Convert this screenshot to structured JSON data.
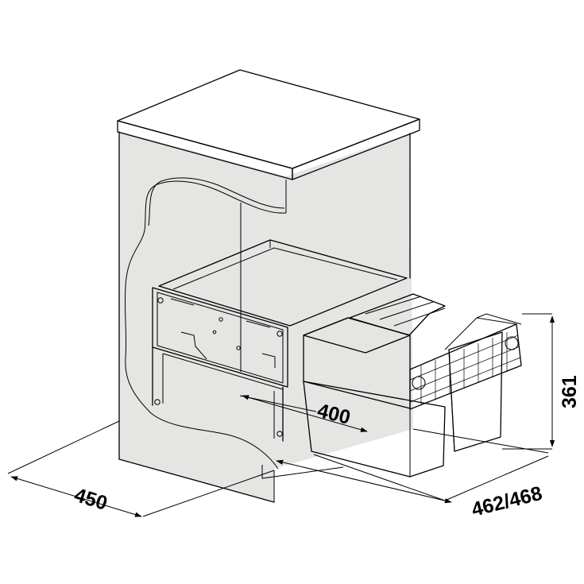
{
  "dimensions": {
    "cabinet_width": "450",
    "bin_depth": "400",
    "height": "361",
    "cabinet_depth": "462/468"
  },
  "colors": {
    "line": "#000000",
    "cabinet_fill": "#e5e5e3",
    "bin_fill": "#dcdcda",
    "background": "#ffffff"
  }
}
